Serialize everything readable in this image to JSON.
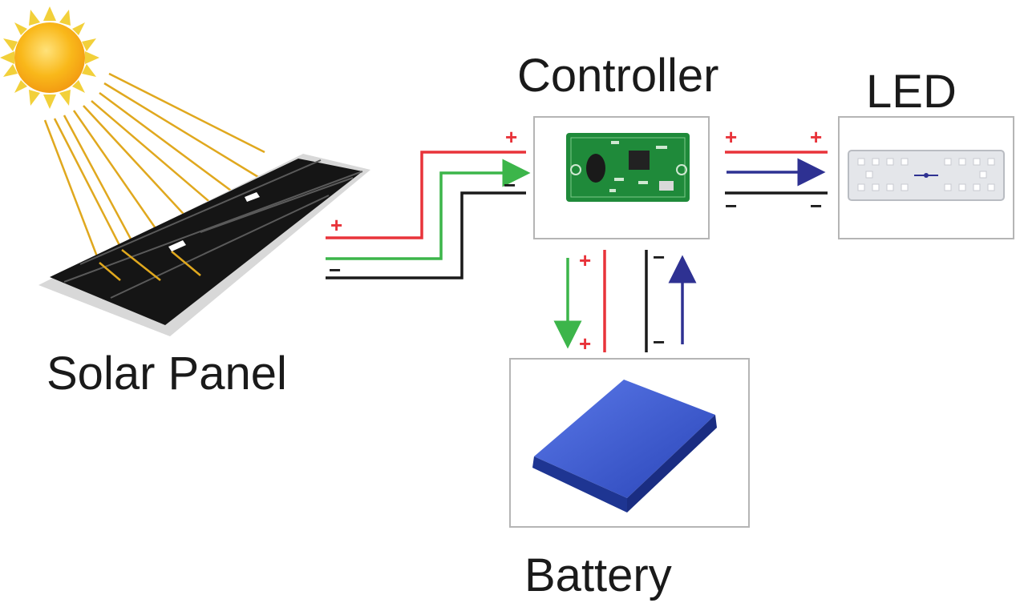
{
  "labels": {
    "controller": "Controller",
    "led": "LED",
    "solar_panel": "Solar Panel",
    "battery": "Battery"
  },
  "signs": {
    "plus": "+",
    "minus": "−"
  },
  "colors": {
    "positive": "#e8333a",
    "charge_flow": "#3cb54a",
    "negative": "#1a1a1a",
    "discharge_flow": "#2e3192",
    "sun": "#f7c21b",
    "sun_rays": "#e0a81e",
    "panel_cells": "#151515",
    "pcb": "#1f8a3a",
    "battery": "#2d4fc4",
    "box_border": "#b5b5b5"
  }
}
